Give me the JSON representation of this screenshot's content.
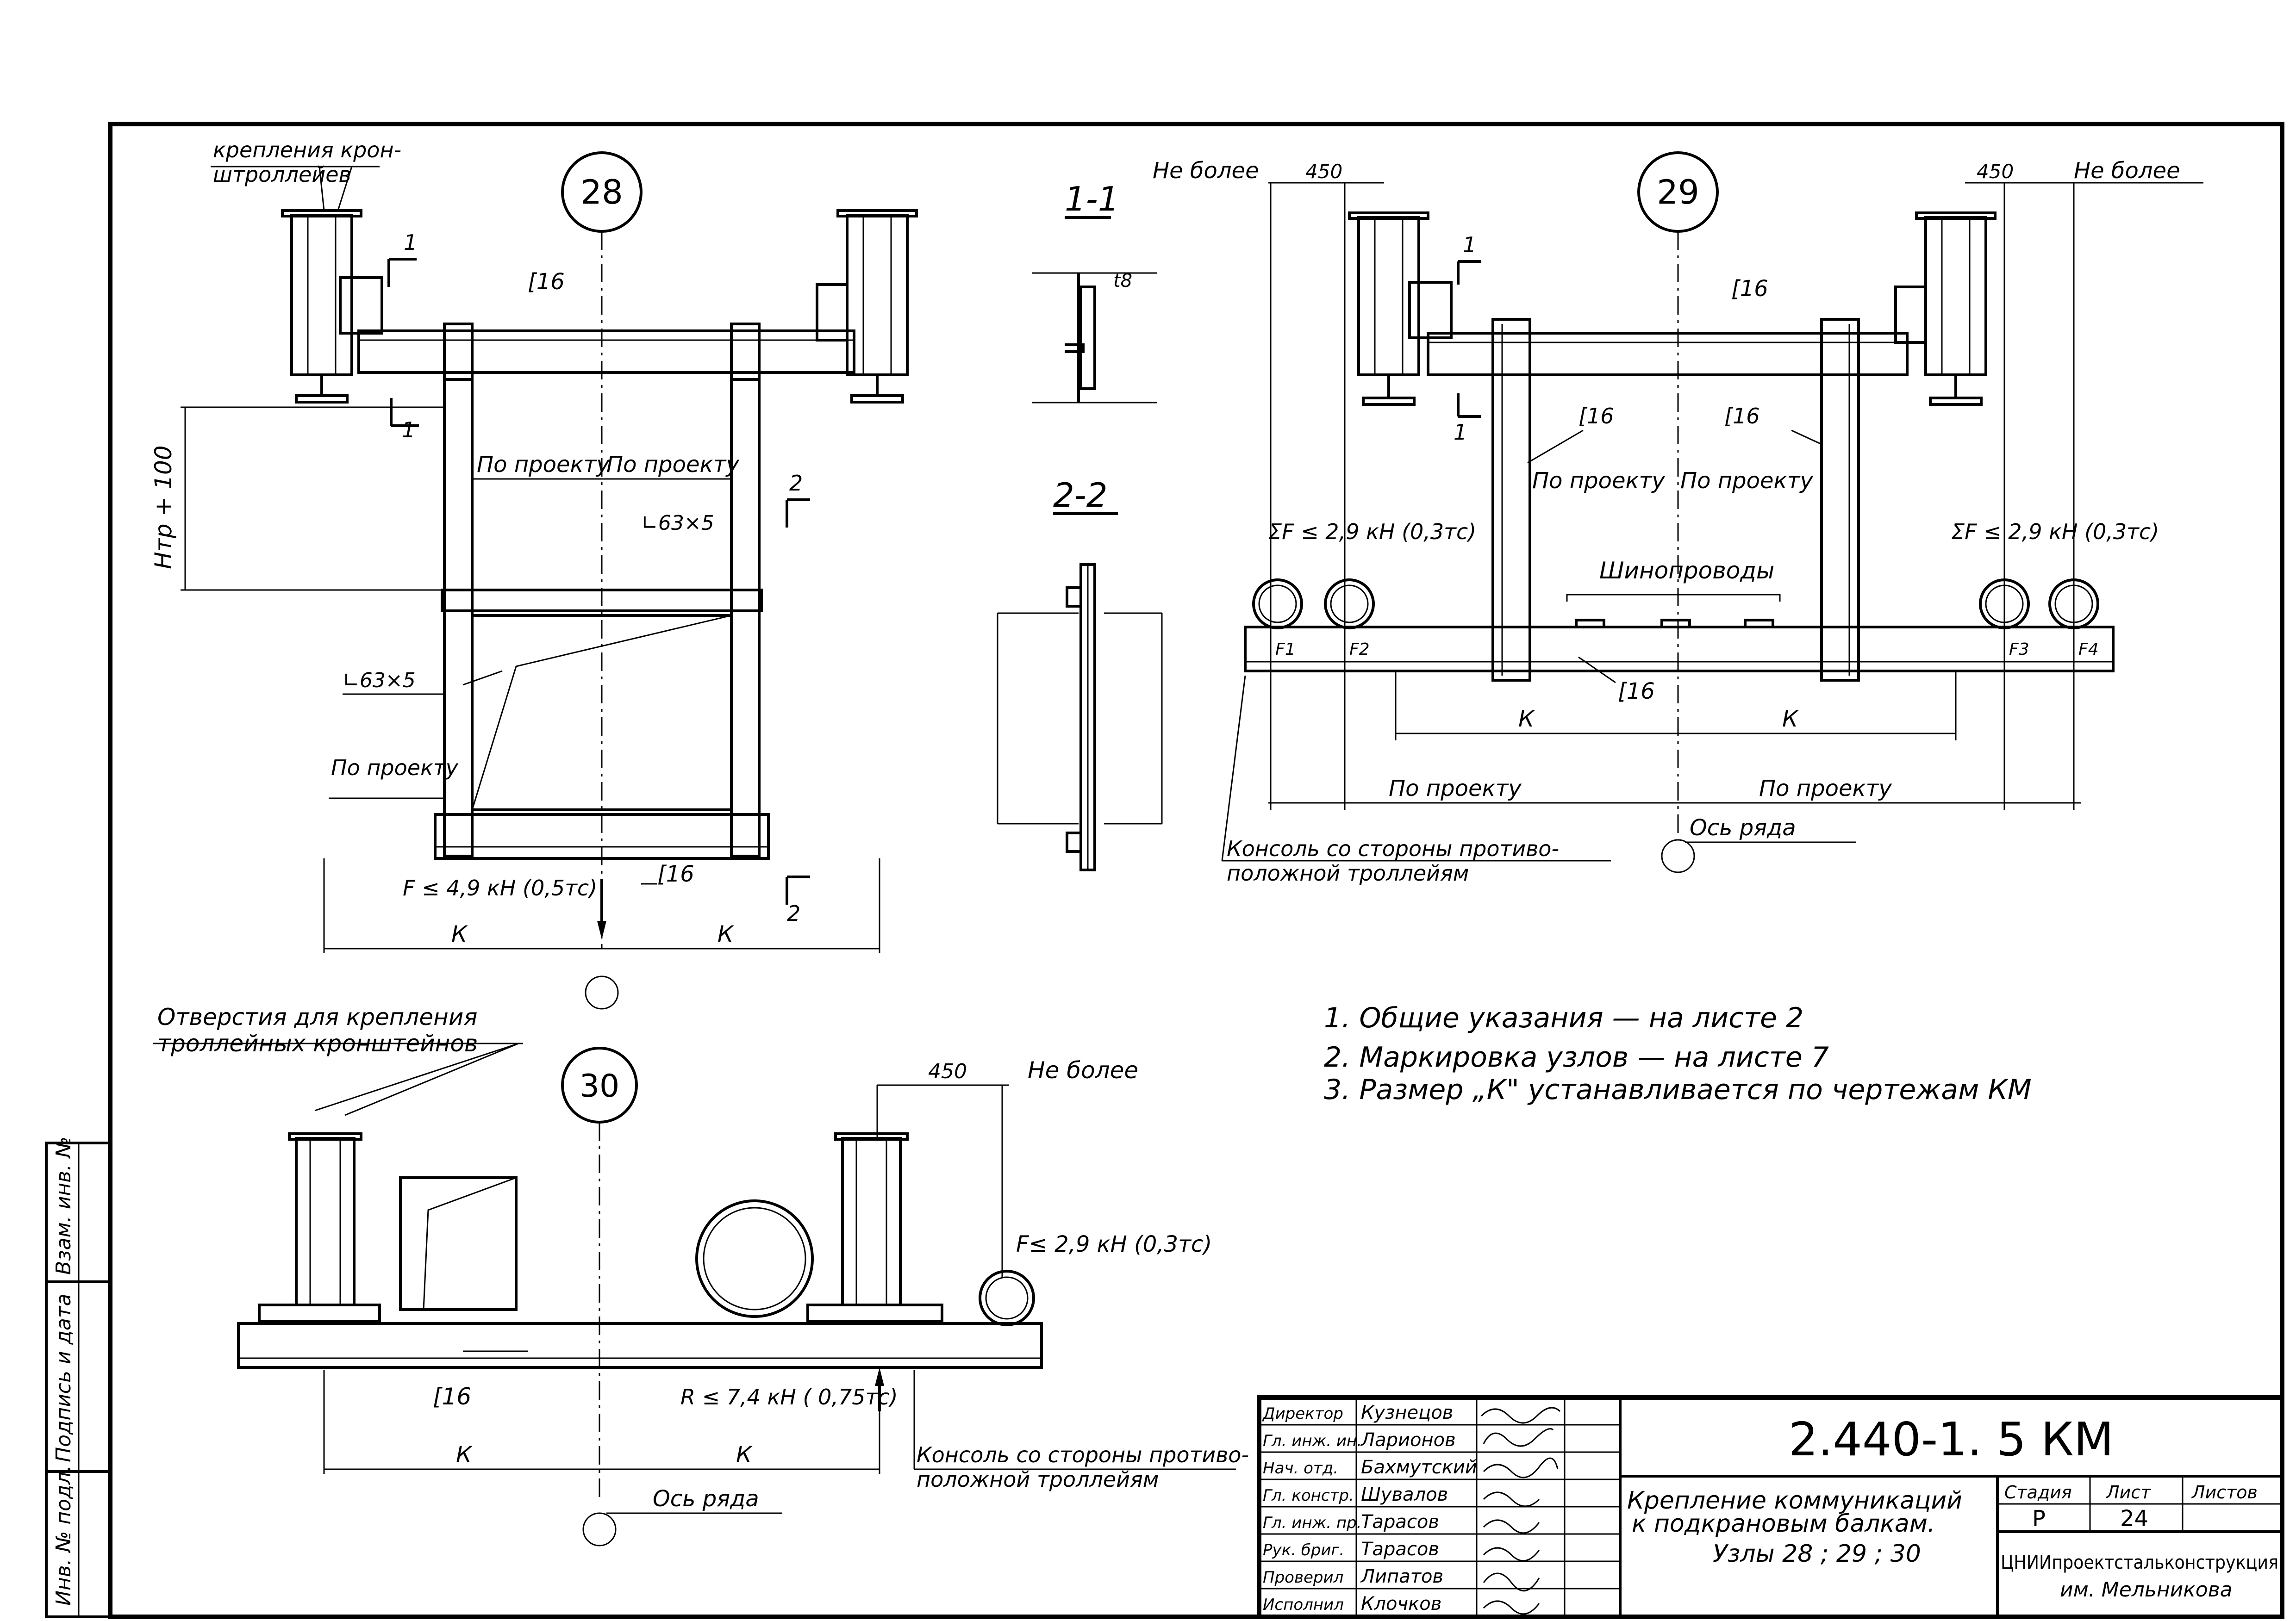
{
  "side_stamp": {
    "inv_orig": "Инв. № подл.",
    "sign_date": "Подпись и дата",
    "vzam_inv": "Взам. инв. №"
  },
  "views": {
    "node28": {
      "bubble": "28",
      "note_mount": "крепления крон-\nштроллейев",
      "channel_top": "[16",
      "channel_bottom": "[16",
      "angle1": "∟63×5",
      "angle2": "∟63×5",
      "per_project_l": "По проекту",
      "per_project_r": "По проекту",
      "per_project_b": "По проекту",
      "height_dim": "Hтр + 100",
      "load": "F ≤ 4,9 кН (0,5тс)",
      "k_left": "К",
      "k_right": "К",
      "sec1_top": "1",
      "sec1_bot": "1",
      "sec2_top": "2",
      "sec2_bot": "2"
    },
    "section11": {
      "title": "1-1",
      "t8": "t8"
    },
    "section22": {
      "title": "2-2"
    },
    "node29": {
      "bubble": "29",
      "no_more_l": "Не более",
      "no_more_r": "Не более",
      "dim450_l": "450",
      "dim450_r": "450",
      "channel_top": "[16",
      "post_l": "[16",
      "post_r": "[16",
      "channel_bottom": "[16",
      "per_project_l": "По проекту",
      "per_project_r": "По проекту",
      "sumF_l": "ΣF ≤ 2,9 кН (0,3тс)",
      "sumF_r": "ΣF ≤ 2,9 кН (0,3тс)",
      "busbars": "Шинопроводы",
      "f1": "F1",
      "f2": "F2",
      "f3": "F3",
      "f4": "F4",
      "k_left": "К",
      "k_right": "К",
      "proj_l": "По проекту",
      "proj_r": "По проекту",
      "axis": "Ось ряда",
      "console": "Консоль со стороны противо-\nположной троллейям",
      "sec1_top": "1",
      "sec1_bot": "1"
    },
    "node30": {
      "bubble": "30",
      "holes_note": "Отверстия для крепления\nтроллейных кронштейнов",
      "dim450": "450",
      "no_more": "Не более",
      "load": "F≤ 2,9 кН (0,3тс)",
      "channel": "[16",
      "reaction": "R ≤ 7,4 кН ( 0,75тс)",
      "k_left": "К",
      "k_right": "К",
      "axis": "Ось ряда",
      "console": "Консоль со стороны противо-\nположной троллейям"
    }
  },
  "notes": [
    "1.  Общие  указания — на листе 2",
    "2.  Маркировка  узлов — на листе 7",
    "3.  Размер „К\" устанавливается по чертежам КМ"
  ],
  "title_block": {
    "code": "2.440-1. 5 КМ",
    "title_lines": [
      "Крепление коммуникаций",
      "к подкрановым балкам.",
      "Узлы 28 ; 29 ; 30"
    ],
    "stage_label": "Стадия",
    "sheet_label": "Лист",
    "sheets_label": "Листов",
    "stage_value": "Р",
    "sheet_value": "24",
    "sheets_value": "",
    "org_line1": "ЦНИИпроектстальконструкция",
    "org_line2": "им. Мельникова",
    "people": [
      {
        "role": "Директор",
        "name": "Кузнецов"
      },
      {
        "role": "Гл. инж. ин.",
        "name": "Ларионов"
      },
      {
        "role": "Нач. отд.",
        "name": "Бахмутский"
      },
      {
        "role": "Гл. констр.",
        "name": "Шувалов"
      },
      {
        "role": "Гл. инж. пр.",
        "name": "Тарасов"
      },
      {
        "role": "Рук. бриг.",
        "name": "Тарасов"
      },
      {
        "role": "Проверил",
        "name": "Липатов"
      },
      {
        "role": "Исполнил",
        "name": "Клочков"
      }
    ]
  }
}
